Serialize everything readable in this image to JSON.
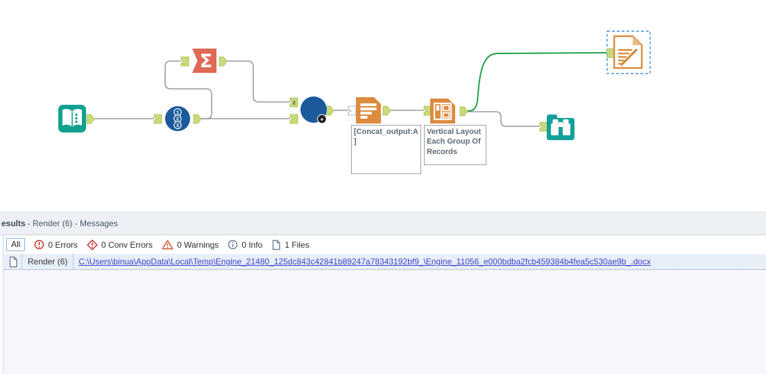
{
  "colors": {
    "teal_tool": "#12a191",
    "blue_tool": "#1b5a9b",
    "salmon_tool": "#e06a55",
    "orange_tool": "#dd8b3f",
    "anchor_green": "#c9da7c",
    "wire_gray": "#9a9a9a",
    "wire_selected_green": "#1fa347",
    "selection_blue": "#3e8ede",
    "link_blue": "#3b43c8"
  },
  "canvas": {
    "glyphs": {
      "summarize_sigma": "Σ",
      "record_id_numbers": [
        "1",
        "2",
        "3"
      ],
      "union_plus": "+",
      "union_input_connection": "2"
    },
    "annotations": {
      "report_text": "[Concat_output:A\n]",
      "layout": "Vertical Layout\nEach Group Of\nRecords"
    }
  },
  "results": {
    "header": {
      "title_bold": "esults",
      "title_rest": "- Render (6) - Messages"
    },
    "toolbar": {
      "all_label": "All",
      "items": [
        {
          "icon": "error-circle-icon",
          "label": "0 Errors"
        },
        {
          "icon": "conv-error-diamond-icon",
          "label": "0 Conv Errors"
        },
        {
          "icon": "warning-triangle-icon",
          "label": "0 Warnings"
        },
        {
          "icon": "info-circle-icon",
          "label": "0 Info"
        },
        {
          "icon": "files-page-icon",
          "label": "1 Files"
        }
      ]
    },
    "message_row": {
      "source": "Render (6)",
      "link": "C:\\Users\\binua\\AppData\\Local\\Temp\\Engine_21480_125dc843c42841b89247a78343192bf9_\\Engine_11056_e000bdba2fcb459384b4fea5c530ae9b_.docx"
    }
  }
}
